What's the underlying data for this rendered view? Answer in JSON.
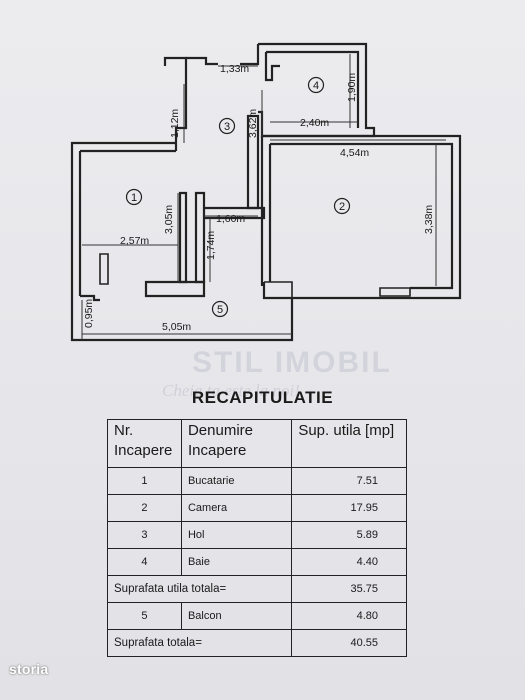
{
  "plan": {
    "dims": {
      "d_1_33": "1,33m",
      "d_1_12": "1,12m",
      "d_1_90": "1,90m",
      "d_2_40": "2,40m",
      "d_3_62": "3,62m",
      "d_4_54": "4,54m",
      "d_3_38": "3,38m",
      "d_3_05": "3,05m",
      "d_2_57": "2,57m",
      "d_1_60": "1,60m",
      "d_1_74": "1,74m",
      "d_0_95": "0,95m",
      "d_5_05": "5,05m"
    },
    "rooms": [
      "1",
      "2",
      "3",
      "4",
      "5"
    ]
  },
  "watermark": {
    "brand": "STIL IMOBIL",
    "slogan": "Cheia ta este la noi!"
  },
  "recap": {
    "title": "RECAPITULATIE",
    "headers": [
      "Nr. Incapere",
      "Denumire Incapere",
      "Sup. utila [mp]"
    ],
    "rows": [
      {
        "nr": "1",
        "name": "Bucatarie",
        "area": "7.51"
      },
      {
        "nr": "2",
        "name": "Camera",
        "area": "17.95"
      },
      {
        "nr": "3",
        "name": "Hol",
        "area": "5.89"
      },
      {
        "nr": "4",
        "name": "Baie",
        "area": "4.40"
      }
    ],
    "util_total_label": "Suprafata utila totala=",
    "util_total_value": "35.75",
    "balcon": {
      "nr": "5",
      "name": "Balcon",
      "area": "4.80"
    },
    "total_label": "Suprafata totala=",
    "total_value": "40.55"
  },
  "brand_logo": "storia"
}
